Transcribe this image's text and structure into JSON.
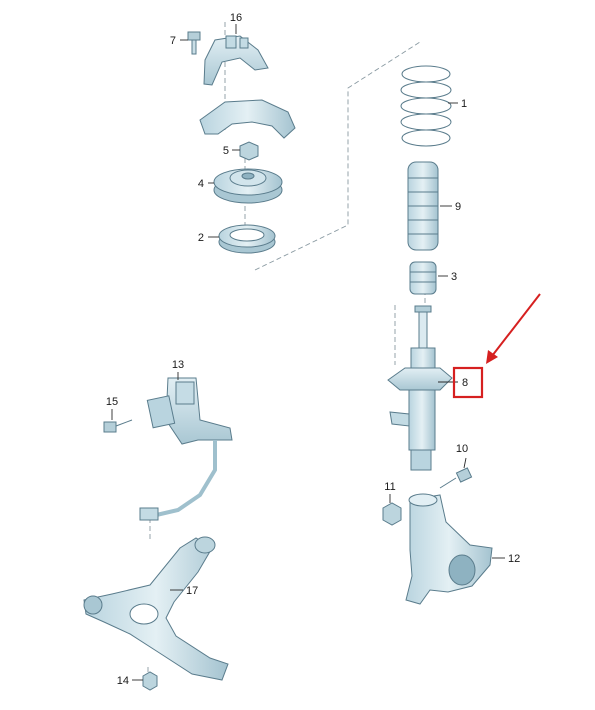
{
  "callouts": {
    "p1": "1",
    "p2": "2",
    "p3": "3",
    "p4": "4",
    "p5": "5",
    "p7": "7",
    "p8": "8",
    "p9": "9",
    "p10": "10",
    "p11": "11",
    "p12": "12",
    "p13": "13",
    "p14": "14",
    "p15": "15",
    "p16": "16",
    "p17": "17"
  },
  "colors": {
    "part_fill": "#d5e7ee",
    "part_shade": "#a9c7d3",
    "part_dark": "#7ea4b4",
    "outline": "#5a7c8c",
    "highlight": "#d62020"
  },
  "highlight": {
    "target_callout": "8"
  }
}
